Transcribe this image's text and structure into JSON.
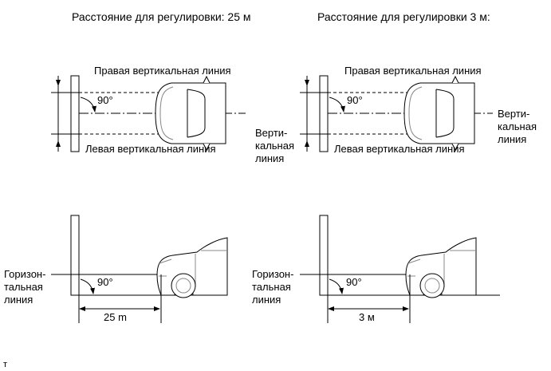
{
  "titles": {
    "left": "Расстояние для регулировки: 25 м",
    "right": "Расстояние для регулировки 3 м:"
  },
  "labels": {
    "right_vertical": "Правая вертикальная линия",
    "left_vertical": "Левая вертикальная линия",
    "angle": "90°",
    "vertical_line": [
      "Верти-",
      "кальная",
      "линия"
    ],
    "horizontal_line": [
      "Горизон-",
      "тальная",
      "линия"
    ],
    "distance_25": "25 m",
    "distance_3": "3 м"
  },
  "footer_mark": "т"
}
